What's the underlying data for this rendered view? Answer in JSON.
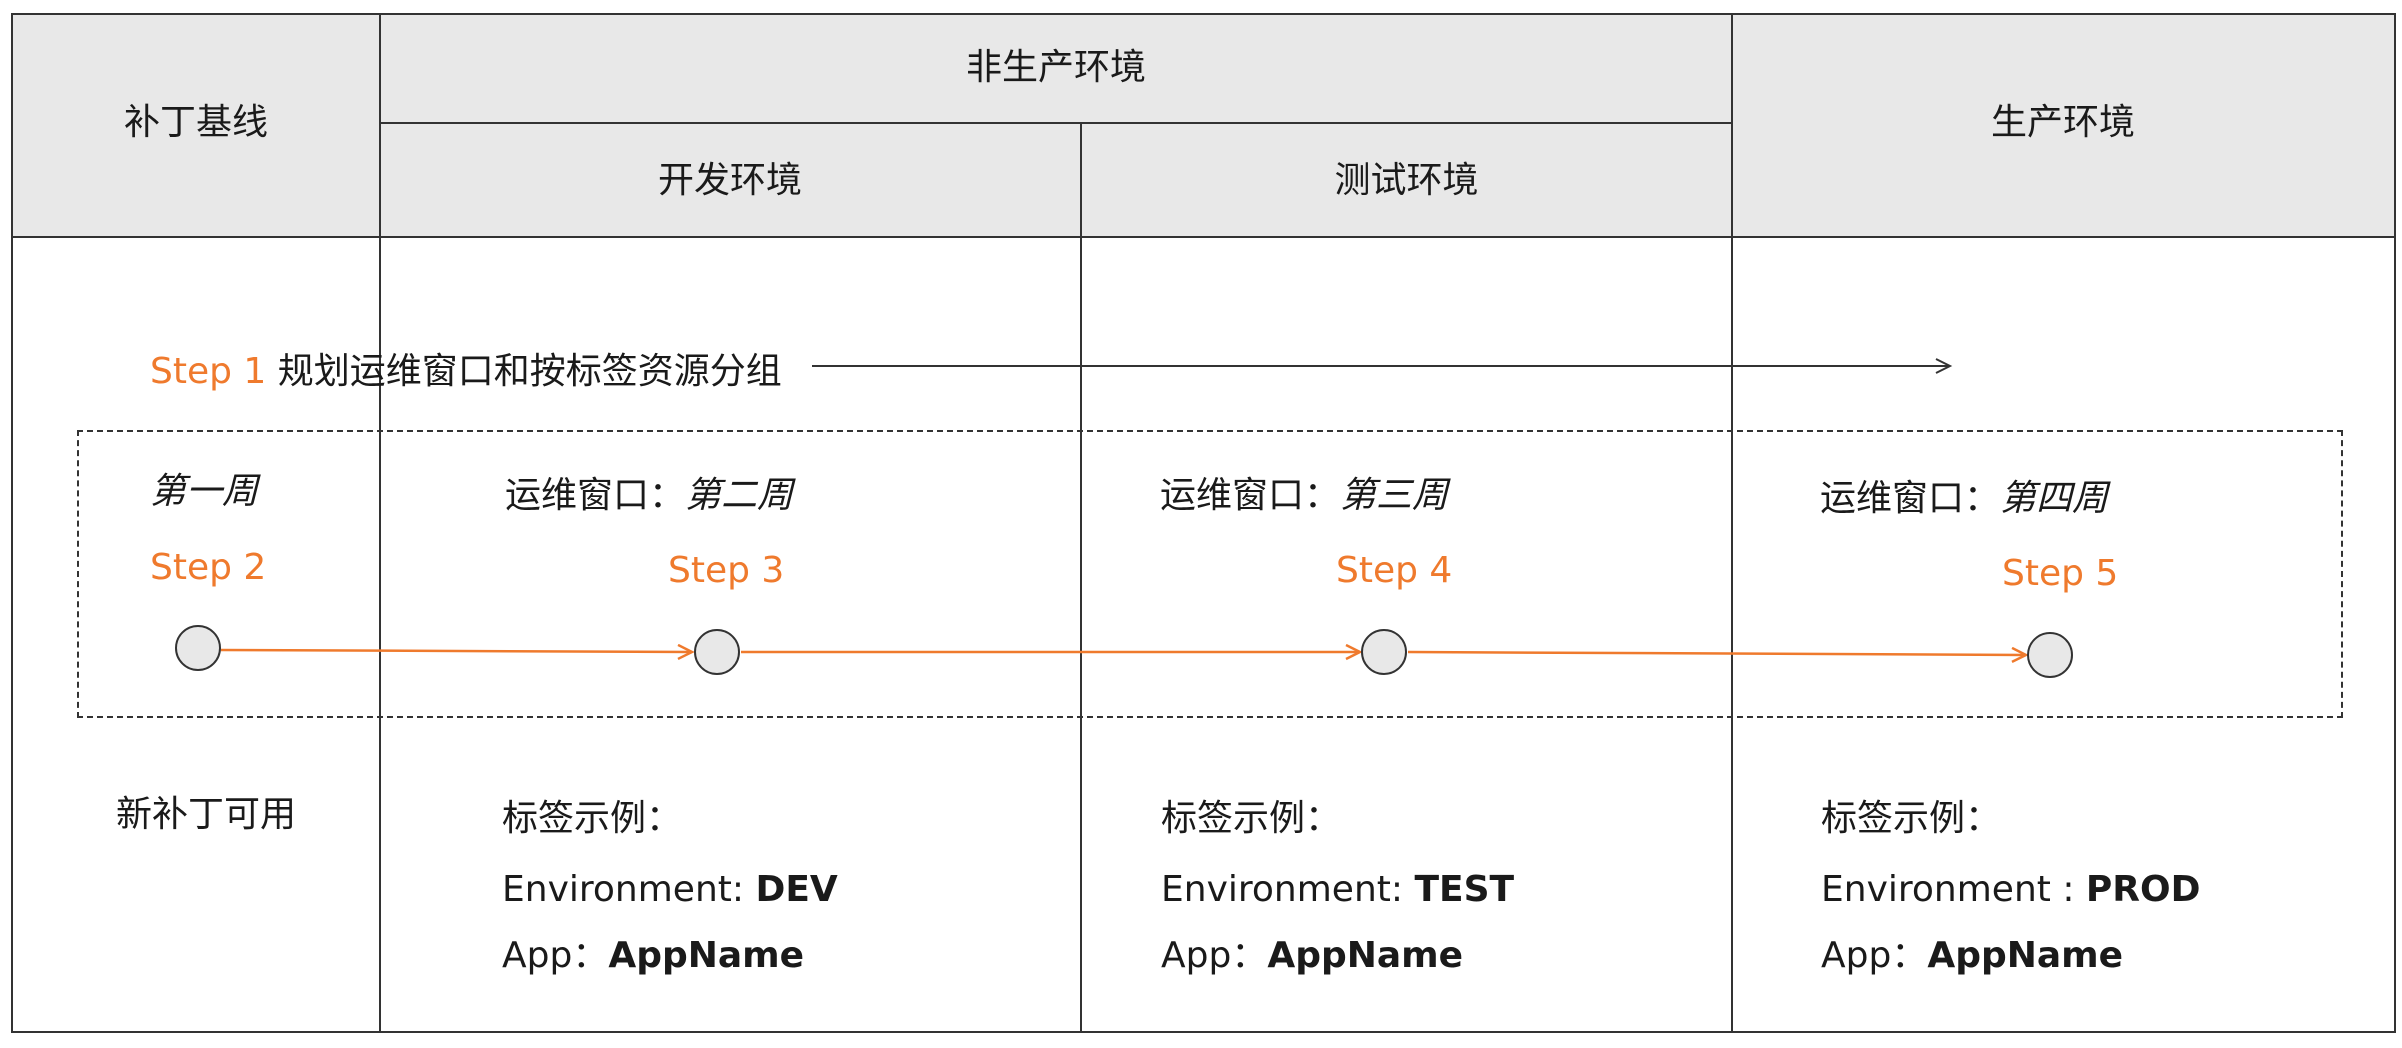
{
  "header": {
    "baseline": "补丁基线",
    "nonprod": "非生产环境",
    "dev": "开发环境",
    "test": "测试环境",
    "prod": "生产环境"
  },
  "step1": {
    "label": "Step 1",
    "text": "规划运维窗口和按标签资源分组"
  },
  "week1": {
    "label": "第一周",
    "step": "Step 2"
  },
  "week2": {
    "prefix": "运维窗口：",
    "label": "第二周",
    "step": "Step 3"
  },
  "week3": {
    "prefix": "运维窗口：",
    "label": "第三周",
    "step": "Step 4"
  },
  "week4": {
    "prefix": "运维窗口：",
    "label": "第四周",
    "step": "Step 5"
  },
  "new_patch": "新补丁可用",
  "tags": {
    "title": "标签示例：",
    "dev": {
      "env_key": "Environment: ",
      "env_val": "DEV",
      "app_key": "App：",
      "app_val": "AppName"
    },
    "test": {
      "env_key": "Environment: ",
      "env_val": "TEST",
      "app_key": "App：",
      "app_val": "AppName"
    },
    "prod": {
      "env_key": "Environment : ",
      "env_val": "PROD",
      "app_key": "App：",
      "app_val": "AppName"
    }
  },
  "colors": {
    "accent": "#ef7a2d",
    "node_fill": "#e8e8e8",
    "header_bg": "#e8e8e8"
  }
}
